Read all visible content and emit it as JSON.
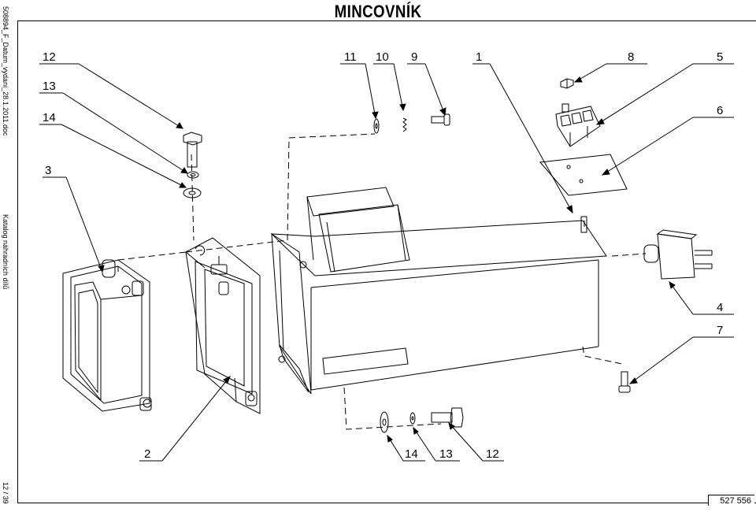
{
  "title": "MINCOVNÍK",
  "side_text": {
    "filename": "508894_F_Datum_vydani_28.1.2011.doc",
    "catalog": "Katalog náhradních dílů",
    "page": "12 / 39"
  },
  "doc_number": "527 556",
  "callouts": [
    "12",
    "13",
    "14",
    "3",
    "11",
    "10",
    "9",
    "1",
    "8",
    "5",
    "6",
    "4",
    "7",
    "2",
    "14",
    "13",
    "12"
  ]
}
